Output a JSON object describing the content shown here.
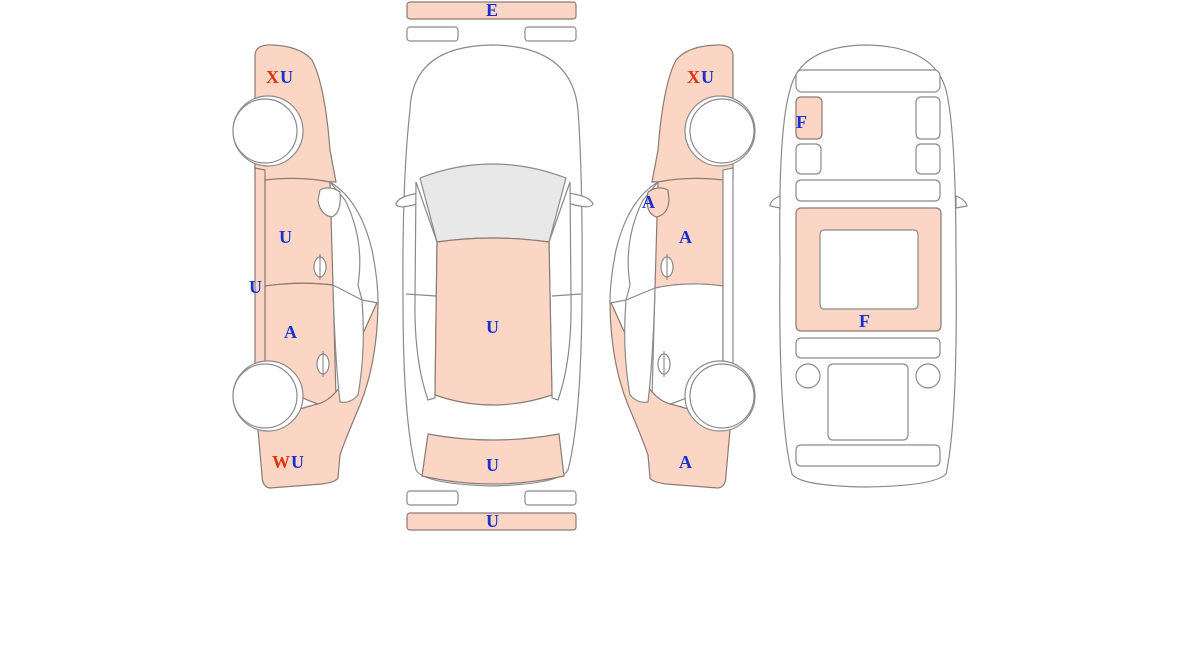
{
  "colors": {
    "damage_fill": "#fcd6c4",
    "code_blue": "#1a2fd0",
    "code_red": "#e03010",
    "outline": "#8a8a8a"
  },
  "labels": {
    "front_bumper": "E",
    "hood": "U",
    "tailgate": "U",
    "rear_bumper": "U",
    "left_front_fender_x": "X",
    "left_front_fender_u": "U",
    "left_front_door": "U",
    "left_rocker": "U",
    "left_rear_door": "A",
    "left_rear_quarter_w": "W",
    "left_rear_quarter_u": "U",
    "right_front_fender_x": "X",
    "right_front_fender_u": "U",
    "right_mirror": "A",
    "right_front_door": "A",
    "right_rear_quarter": "A",
    "interior_front_left_seat": "F",
    "interior_floor": "F"
  }
}
